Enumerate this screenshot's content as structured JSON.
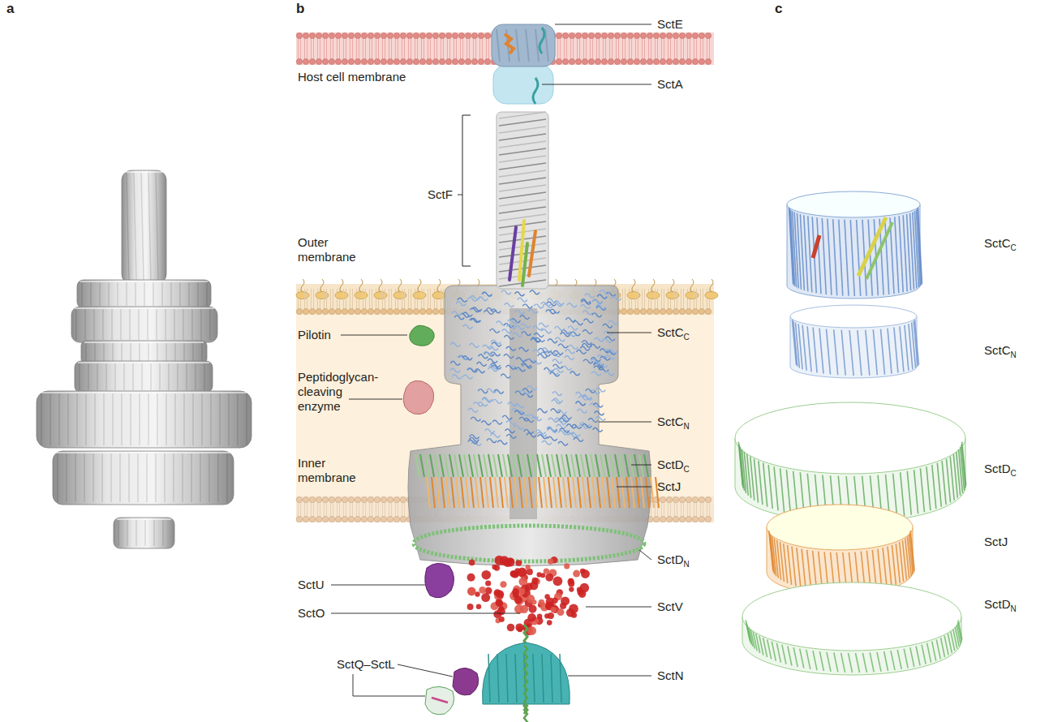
{
  "diagram": {
    "labels": [
      "a",
      "b",
      "c",
      "SctE",
      "Host cell membrane",
      "SctA",
      "SctF",
      "Outer membrane",
      "Pilotin",
      "Peptidoglycan-cleaving enzyme",
      "SctC",
      "C",
      "SctC",
      "N",
      "Inner membrane",
      "SctD",
      "C",
      "SctJ",
      "SctD",
      "N",
      "SctU",
      "SctV",
      "SctO",
      "SctQ–SctL",
      "SctN",
      "SctC",
      "C",
      "SctC",
      "N",
      "SctD",
      "C",
      "SctJ",
      "SctD",
      "N"
    ]
  }
}
